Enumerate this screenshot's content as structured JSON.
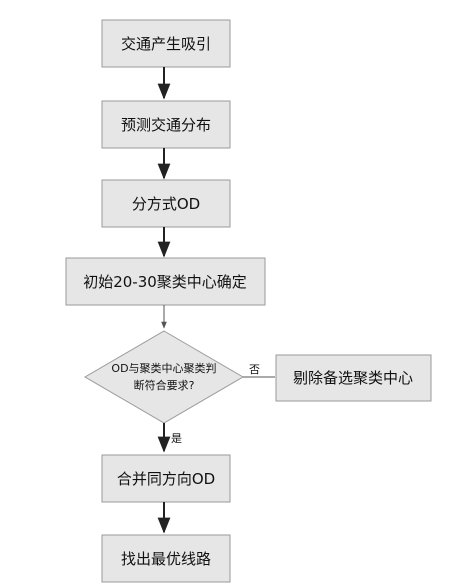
{
  "flowchart": {
    "steps": [
      "交通产生吸引",
      "预测交通分布",
      "分方式OD",
      "初始20-30聚类中心确定"
    ],
    "decision": {
      "line1": "OD与聚类中心聚类判",
      "line2": "断符合要求?",
      "no_label": "否",
      "yes_label": "是"
    },
    "side_box": "剔除备选聚类中心",
    "after_steps": [
      "合并同方向OD",
      "找出最优线路"
    ]
  },
  "colors": {
    "box_fill": "#e6e6e6",
    "box_stroke": "#9a9a9a",
    "arrow": "#222222"
  }
}
